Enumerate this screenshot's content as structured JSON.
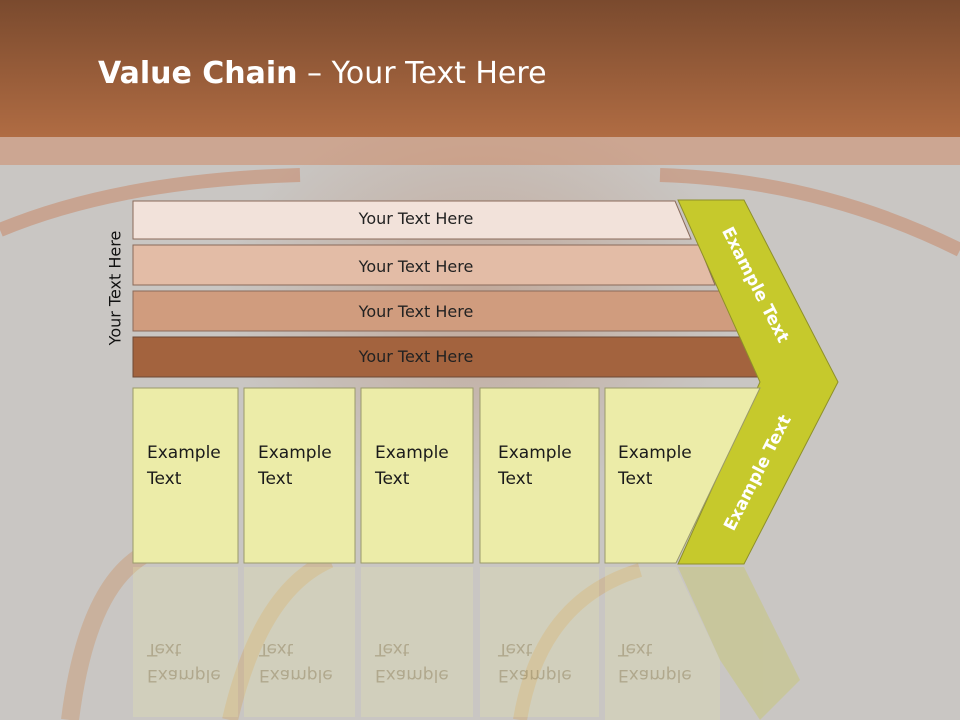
{
  "title": {
    "bold": "Value Chain",
    "rest": " – Your Text Here"
  },
  "side_label": "Your Text Here",
  "bars": [
    {
      "label": "Your Text Here",
      "color": "#f2e2da"
    },
    {
      "label": "Your Text Here",
      "color": "#e3bca6"
    },
    {
      "label": "Your Text Here",
      "color": "#d09c7e"
    },
    {
      "label": "Your Text Here",
      "color": "#a3633e"
    }
  ],
  "boxes": [
    {
      "line1": "Example",
      "line2": "Text"
    },
    {
      "line1": "Example",
      "line2": "Text"
    },
    {
      "line1": "Example",
      "line2": "Text"
    },
    {
      "line1": "Example",
      "line2": "Text"
    },
    {
      "line1": "Example",
      "line2": "Text"
    }
  ],
  "arrow": {
    "upper_label": "Example Text",
    "lower_label": "Example Text",
    "color": "#c6c92c"
  },
  "colors": {
    "header": "#9a5b37",
    "box_fill": "#ececa8",
    "background": "#c9c6c3"
  }
}
